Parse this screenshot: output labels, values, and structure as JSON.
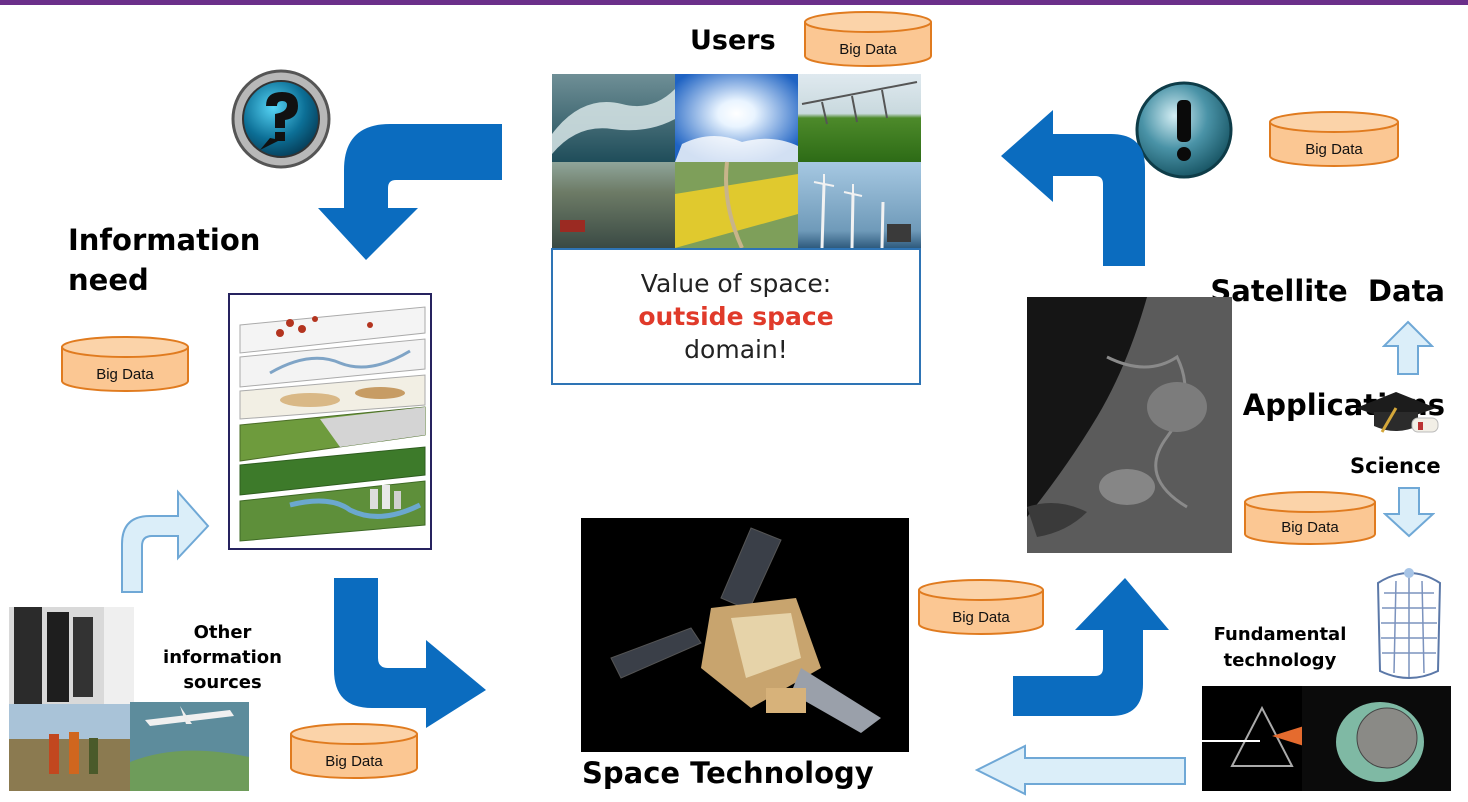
{
  "labels": {
    "users": "Users",
    "information_need_line1": "Information",
    "information_need_line2": "need",
    "satellite_line1": "Satellite  Data",
    "satellite_line2": "Applications",
    "science": "Science",
    "fundamental_line1": "Fundamental",
    "fundamental_line2": "technology",
    "other_line1": "Other",
    "other_line2": "information",
    "other_line3": "sources",
    "space_technology": "Space Technology"
  },
  "value_box": {
    "line1": "Value of space:",
    "line2": "outside space",
    "line3": "domain!"
  },
  "big_data": [
    {
      "label": "Big Data"
    },
    {
      "label": "Big Data"
    },
    {
      "label": "Big Data"
    },
    {
      "label": "Big Data"
    },
    {
      "label": "Big Data"
    },
    {
      "label": "Big Data"
    }
  ],
  "icons": {
    "question": "?",
    "exclamation": "!"
  },
  "colors": {
    "arrow_blue": "#0b6cbf",
    "arrow_light": "#dbeef9",
    "arrow_light_stroke": "#6fa8d6",
    "cylinder_fill": "#fbc793",
    "cylinder_stroke": "#e07b1f",
    "highlight_red": "#e03a2a",
    "box_border": "#2e74b5"
  }
}
